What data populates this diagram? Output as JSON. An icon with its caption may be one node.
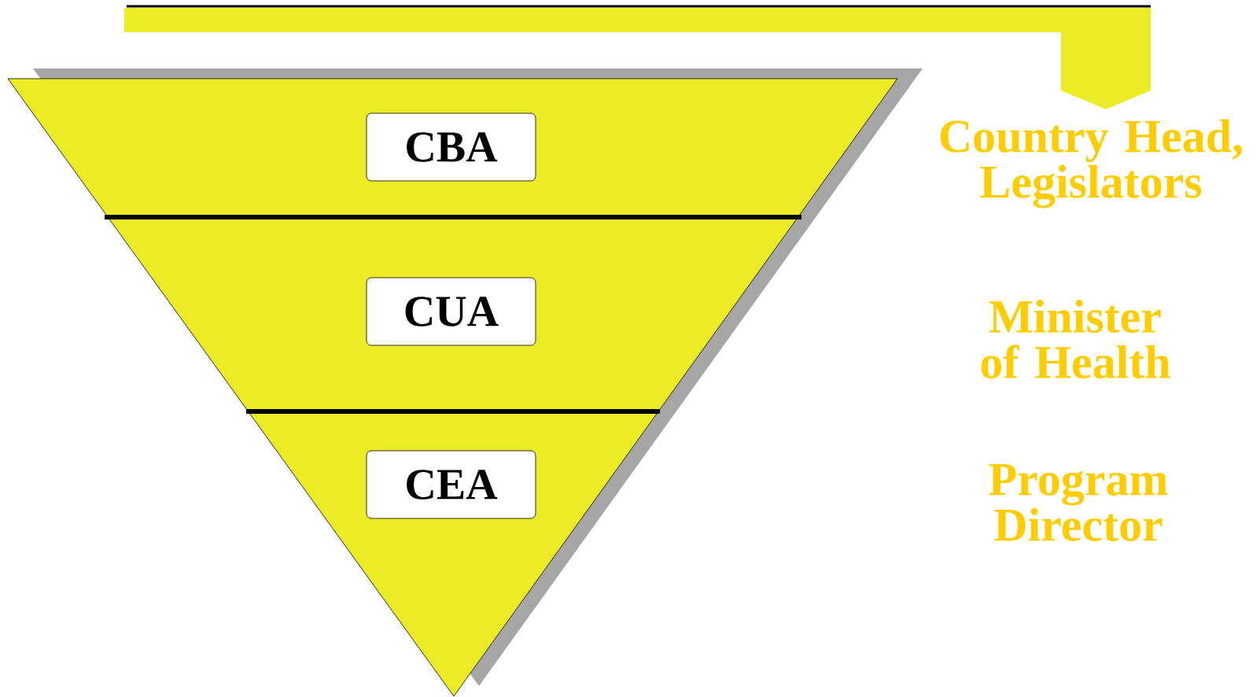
{
  "diagram": {
    "nodes": [
      {
        "text": [],
        "shape": "triangle"
      },
      {
        "text": [
          "CBA"
        ],
        "in": 0
      },
      {
        "text": [
          "CUA"
        ],
        "in": 0
      },
      {
        "text": [
          "CEA"
        ],
        "in": 0
      }
    ],
    "labels": [
      "Country Head, Legislators",
      "Minister of Health",
      "Program Director"
    ]
  }
}
